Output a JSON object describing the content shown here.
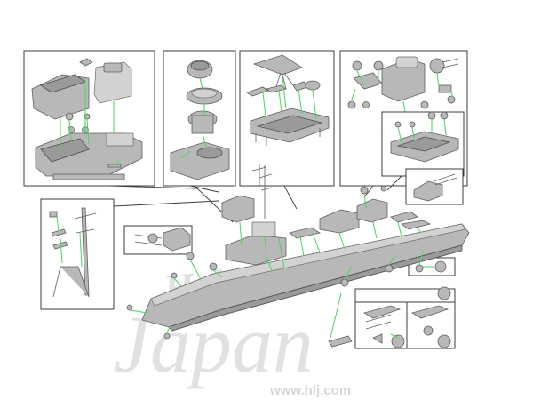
{
  "figure": {
    "kind": "exploded-assembly-diagram",
    "colors": {
      "part": "#b8b8b8",
      "outline": "#5e5e5e",
      "guide_line": "#49d65a",
      "frame": "#3c3c3c",
      "watermark": "#c9c9c9"
    }
  },
  "watermark": {
    "brand": "HobbyLink",
    "script": "Japan",
    "url": "www.hlj.com"
  }
}
